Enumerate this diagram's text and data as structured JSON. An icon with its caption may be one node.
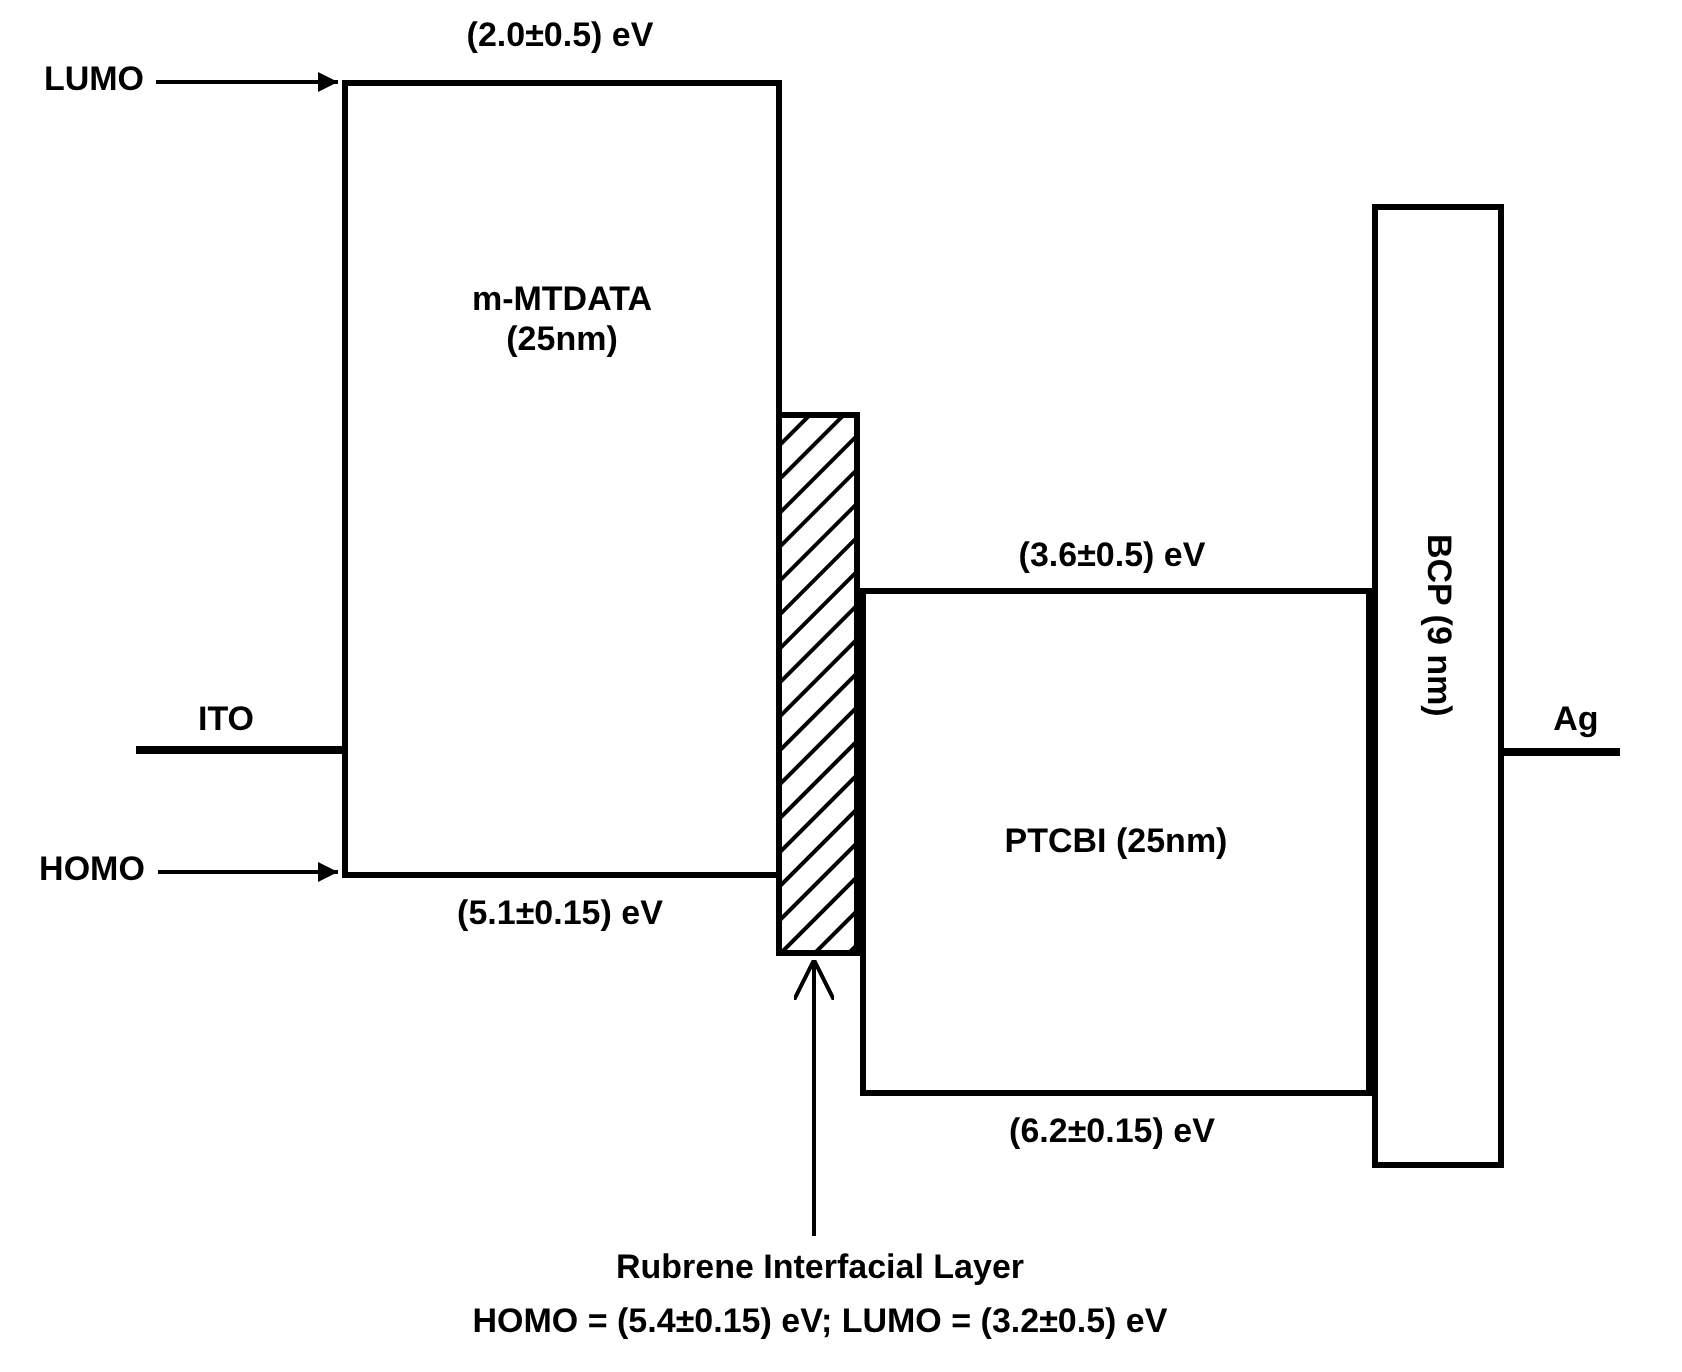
{
  "diagram": {
    "nodes": [
      {
        "text": [
          "LUMO"
        ]
      },
      {
        "text": [
          "m-MTDATA (25nm)"
        ],
        "beside": [
          "(2.0±0.5) eV",
          "(5.1±0.15) eV"
        ]
      },
      {
        "text": [],
        "shape": "bar"
      },
      {
        "text": [
          "PTCBI (25nm)"
        ],
        "beside": [
          "(3.6±0.5) eV",
          "(6.2±0.15) eV"
        ]
      },
      {
        "text": [
          "BCP (9 nm)"
        ]
      },
      {
        "text": [
          "ITO"
        ]
      },
      {
        "text": [
          "Ag"
        ]
      },
      {
        "text": [
          "HOMO"
        ]
      },
      {
        "text": [
          "Rubrene Interfacial Layer",
          "HOMO = (5.4±0.15) eV; LUMO = (3.2±0.5) eV"
        ]
      }
    ],
    "edges": [
      {
        "from": 0,
        "to": 1,
        "arrow": "to"
      },
      {
        "from": 5,
        "to": 1,
        "arrow": "none",
        "style": "thick"
      },
      {
        "from": 7,
        "to": 1,
        "arrow": "to"
      },
      {
        "from": 4,
        "to": 6,
        "arrow": "none",
        "style": "thick"
      },
      {
        "from": 8,
        "to": 2,
        "arrow": "to"
      }
    ]
  }
}
